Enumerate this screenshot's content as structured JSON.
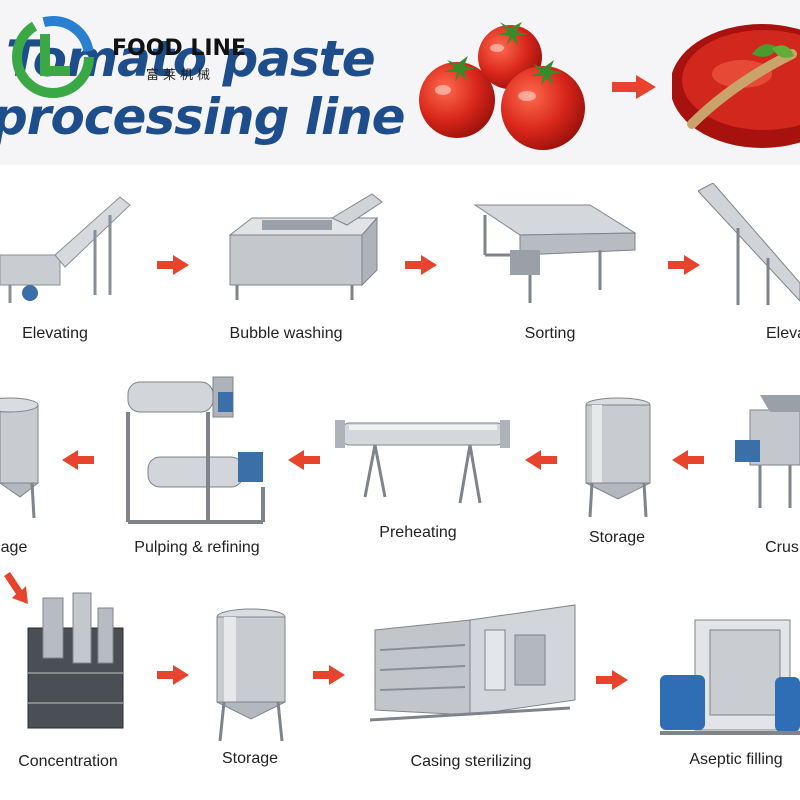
{
  "title": {
    "line1": "Tomato paste",
    "line2": "processing line"
  },
  "brand": {
    "name": "FOOD LINE",
    "chinese": "富莱机械"
  },
  "colors": {
    "title_blue": "#1e4d8c",
    "arrow_red": "#e8432c",
    "logo_green": "#3aa845",
    "logo_blue": "#2a7fd0",
    "steel": "#b8bcc2"
  },
  "steps": [
    {
      "label": "Elevating"
    },
    {
      "label": "Bubble washing"
    },
    {
      "label": "Sorting"
    },
    {
      "label": "Eleva"
    },
    {
      "label": "Crus"
    },
    {
      "label": "Storage"
    },
    {
      "label": "Preheating"
    },
    {
      "label": "Pulping & refining"
    },
    {
      "label": "age"
    },
    {
      "label": "Concentration"
    },
    {
      "label": "Storage"
    },
    {
      "label": "Casing sterilizing"
    },
    {
      "label": "Aseptic filling"
    }
  ]
}
